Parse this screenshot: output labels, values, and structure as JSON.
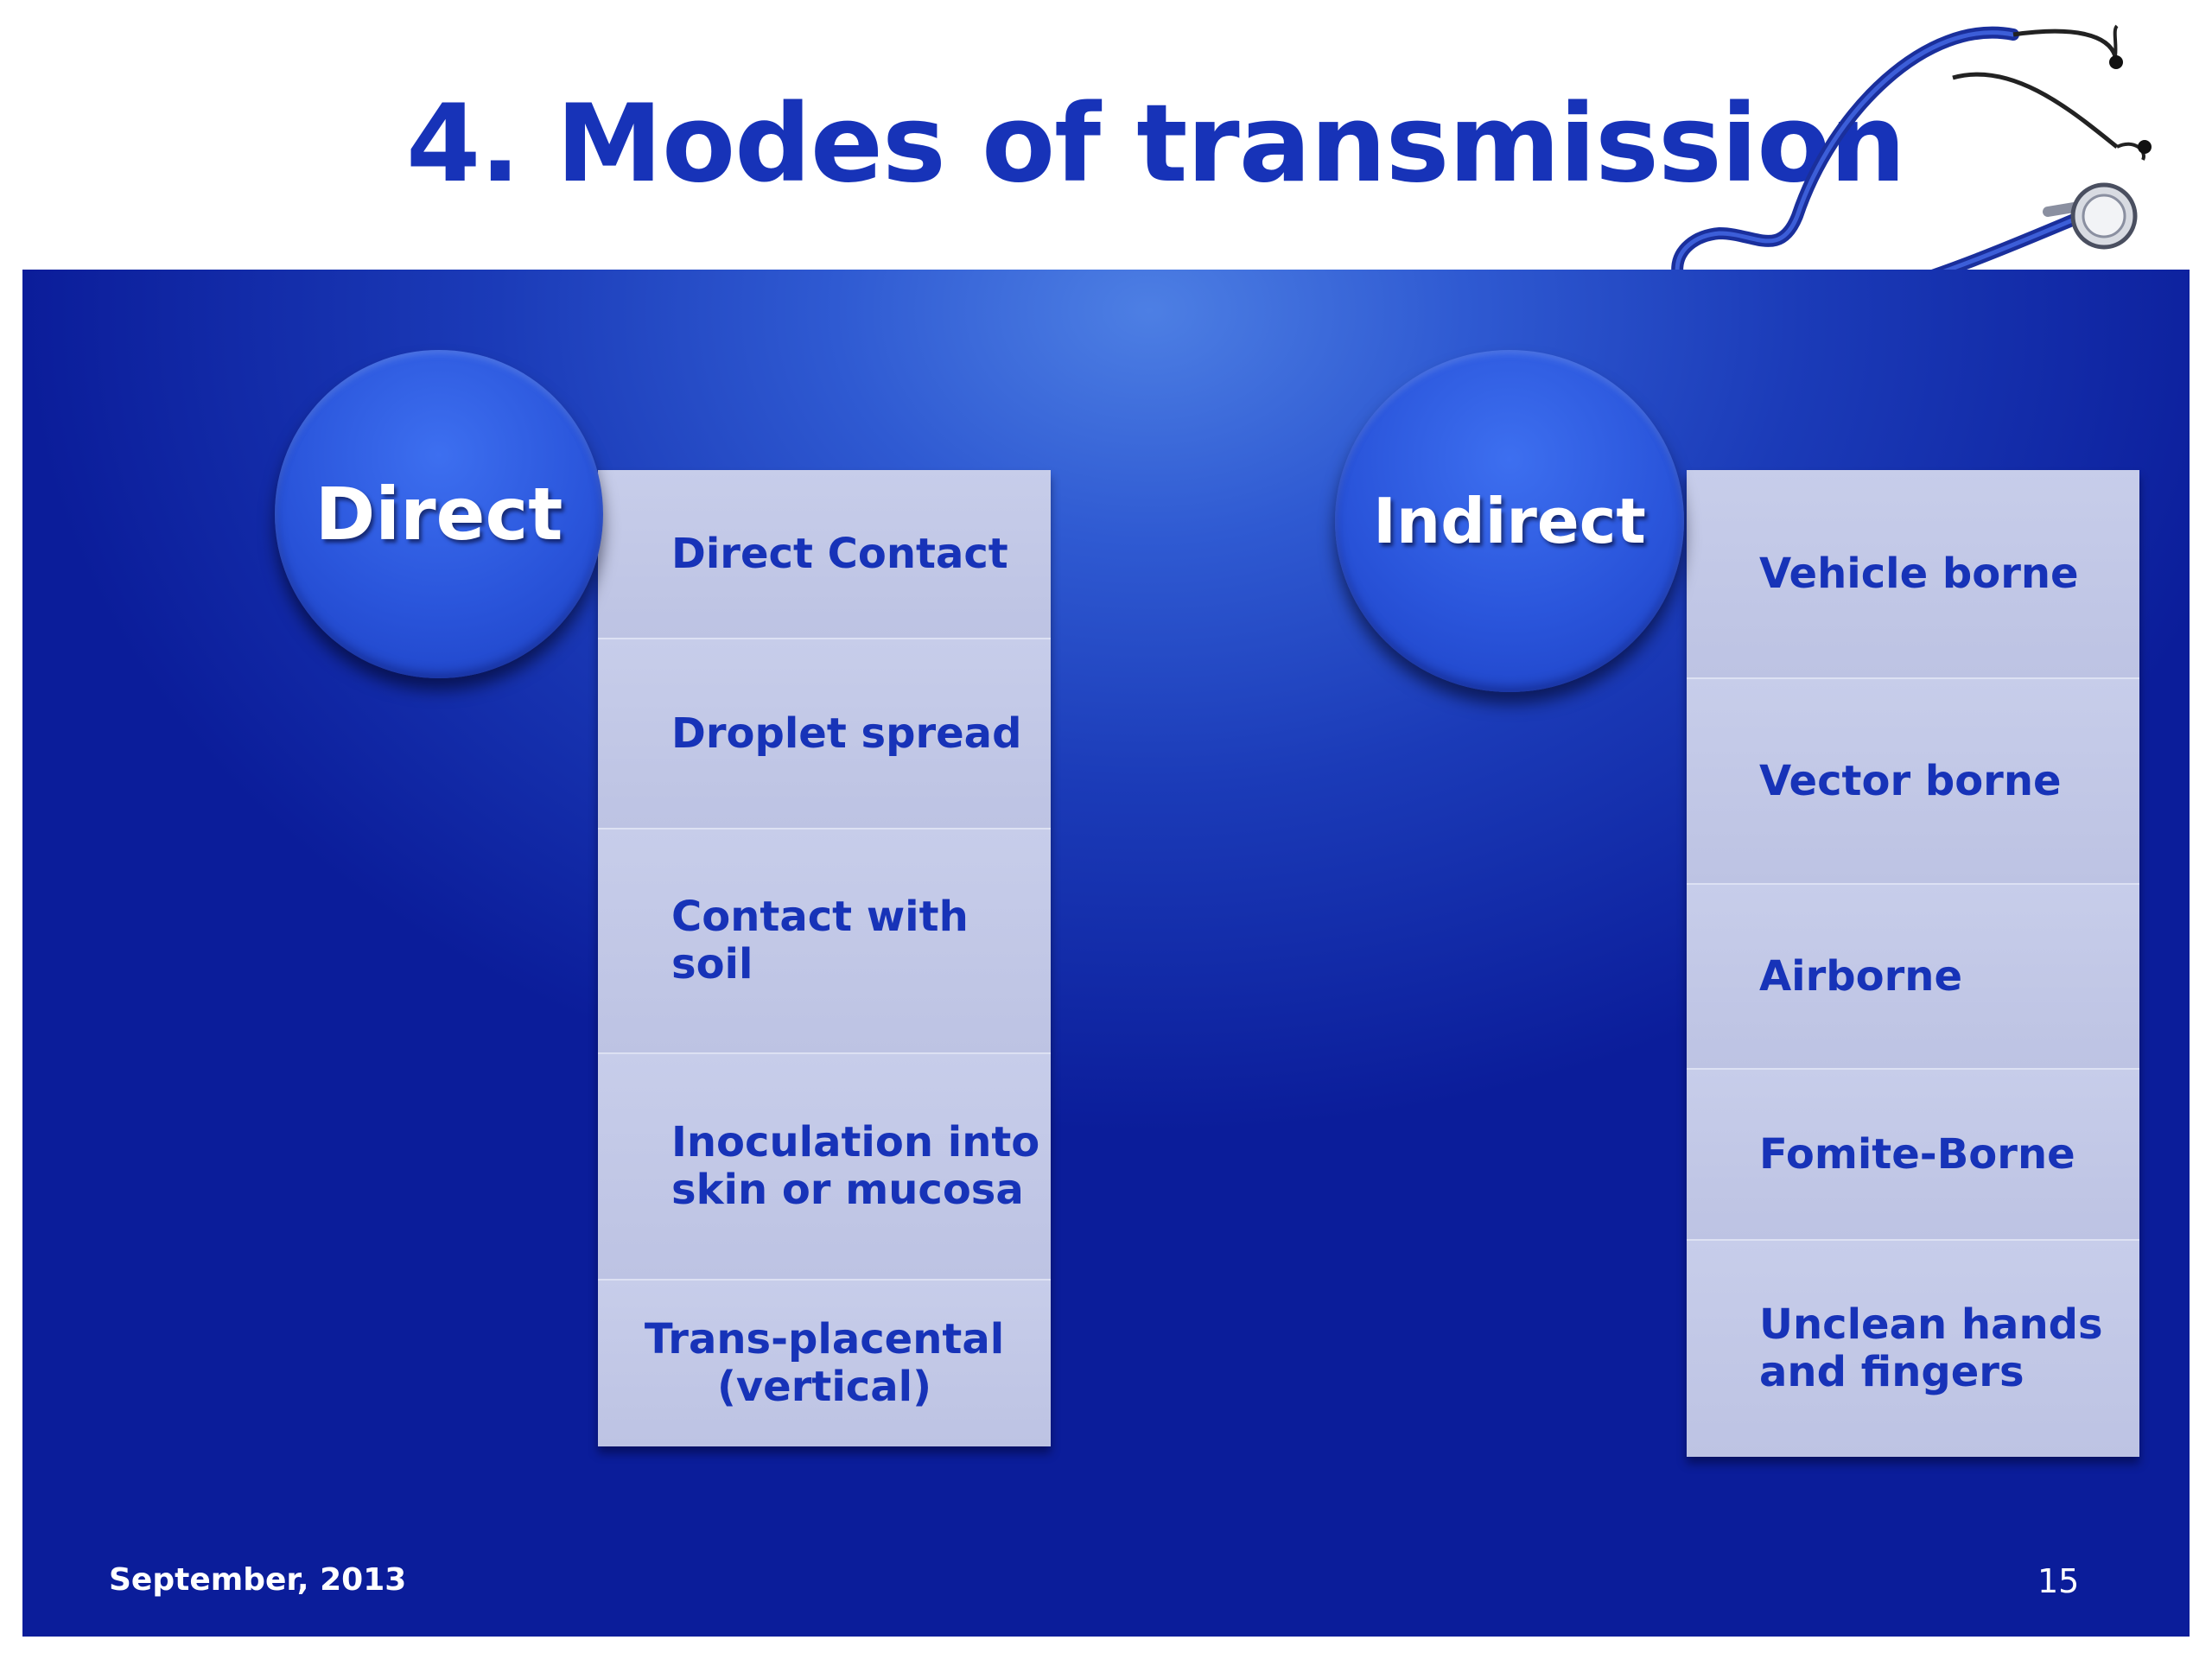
{
  "title": "4. Modes of transmission",
  "direct": {
    "heading": "Direct",
    "items": [
      "Direct Contact",
      "Droplet spread",
      "Contact with\nsoil",
      "Inoculation into\nskin or mucosa",
      "Trans-placental\n(vertical)"
    ]
  },
  "indirect": {
    "heading": "Indirect",
    "items": [
      "Vehicle borne",
      "Vector borne",
      "Airborne",
      "Fomite-Borne",
      "Unclean hands\nand fingers"
    ]
  },
  "footer": {
    "date": "September, 2013",
    "page": "15"
  },
  "colors": {
    "title": "#1733b8",
    "panel_dark": "#0b1d9a",
    "panel_light": "#4d7fe4",
    "cell_bg": "#c3c9e6",
    "cell_text": "#1733b8"
  },
  "icons": [
    "stethoscope-icon"
  ]
}
